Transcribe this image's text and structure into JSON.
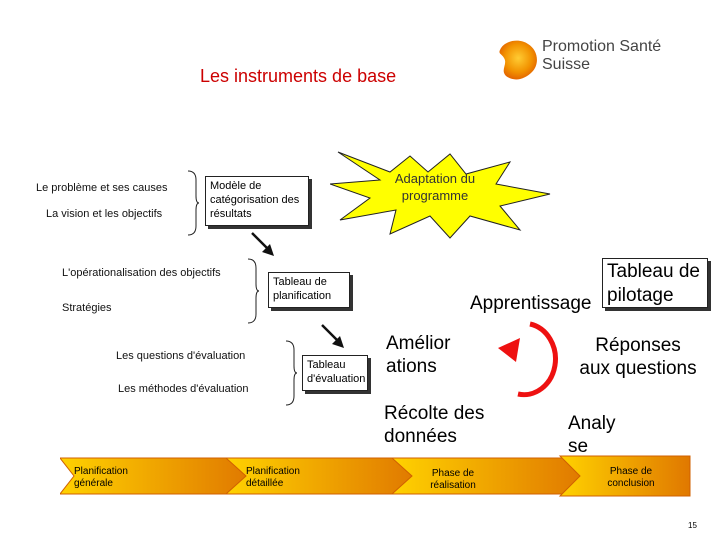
{
  "title": "Les instruments de base",
  "logo": {
    "line1": "Promotion Santé",
    "line2": "Suisse"
  },
  "group1": {
    "items": [
      "Le problème et ses causes",
      "La vision et les objectifs"
    ],
    "box": "Modèle de catégorisation des résultats"
  },
  "burst": {
    "text": "Adaptation du programme",
    "color": "#ffff00"
  },
  "group2": {
    "items": [
      "L'opérationalisation des objectifs",
      "Stratégies"
    ],
    "box": "Tableau de planification"
  },
  "group3": {
    "items": [
      "Les questions d'évaluation",
      "Les méthodes d'évaluation"
    ],
    "box": "Tableau d'évaluation"
  },
  "cycle": {
    "pilotage": "Tableau de pilotage",
    "apprentissage": "Apprentissage",
    "ameliorations": "Améliorations",
    "reponses": "Réponses aux questions",
    "recolte": "Récolte des données",
    "analyse": "Analyse"
  },
  "phases": [
    "Planification générale",
    "Planification détaillée",
    "Phase de réalisation",
    "Phase de conclusion"
  ],
  "colors": {
    "title": "#cc0000",
    "phase_gradient_start": "#ffd200",
    "phase_gradient_end": "#e07800",
    "cycle_arrow": "#ee1111",
    "logo_orange": "#f29200"
  },
  "page_number": "15"
}
